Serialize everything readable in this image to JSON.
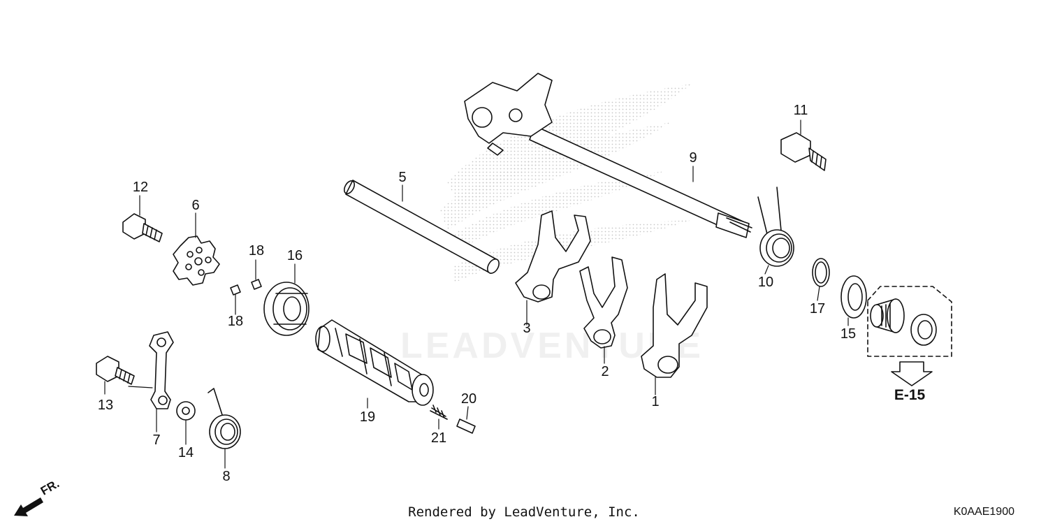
{
  "diagram": {
    "callouts": [
      {
        "id": "1",
        "label": "1"
      },
      {
        "id": "2",
        "label": "2"
      },
      {
        "id": "3",
        "label": "3"
      },
      {
        "id": "5",
        "label": "5"
      },
      {
        "id": "6",
        "label": "6"
      },
      {
        "id": "7",
        "label": "7"
      },
      {
        "id": "8",
        "label": "8"
      },
      {
        "id": "9",
        "label": "9"
      },
      {
        "id": "10",
        "label": "10"
      },
      {
        "id": "11",
        "label": "11"
      },
      {
        "id": "12",
        "label": "12"
      },
      {
        "id": "13",
        "label": "13"
      },
      {
        "id": "14",
        "label": "14"
      },
      {
        "id": "15",
        "label": "15"
      },
      {
        "id": "16",
        "label": "16"
      },
      {
        "id": "17",
        "label": "17"
      },
      {
        "id": "18a",
        "label": "18"
      },
      {
        "id": "18b",
        "label": "18"
      },
      {
        "id": "19",
        "label": "19"
      },
      {
        "id": "20",
        "label": "20"
      },
      {
        "id": "21",
        "label": "21"
      }
    ],
    "reference": "E-15",
    "front_marker": "FR.",
    "watermark": "LEADVENTURE",
    "footer_credit": "Rendered by LeadVenture, Inc.",
    "diagram_code": "K0AAE1900"
  }
}
